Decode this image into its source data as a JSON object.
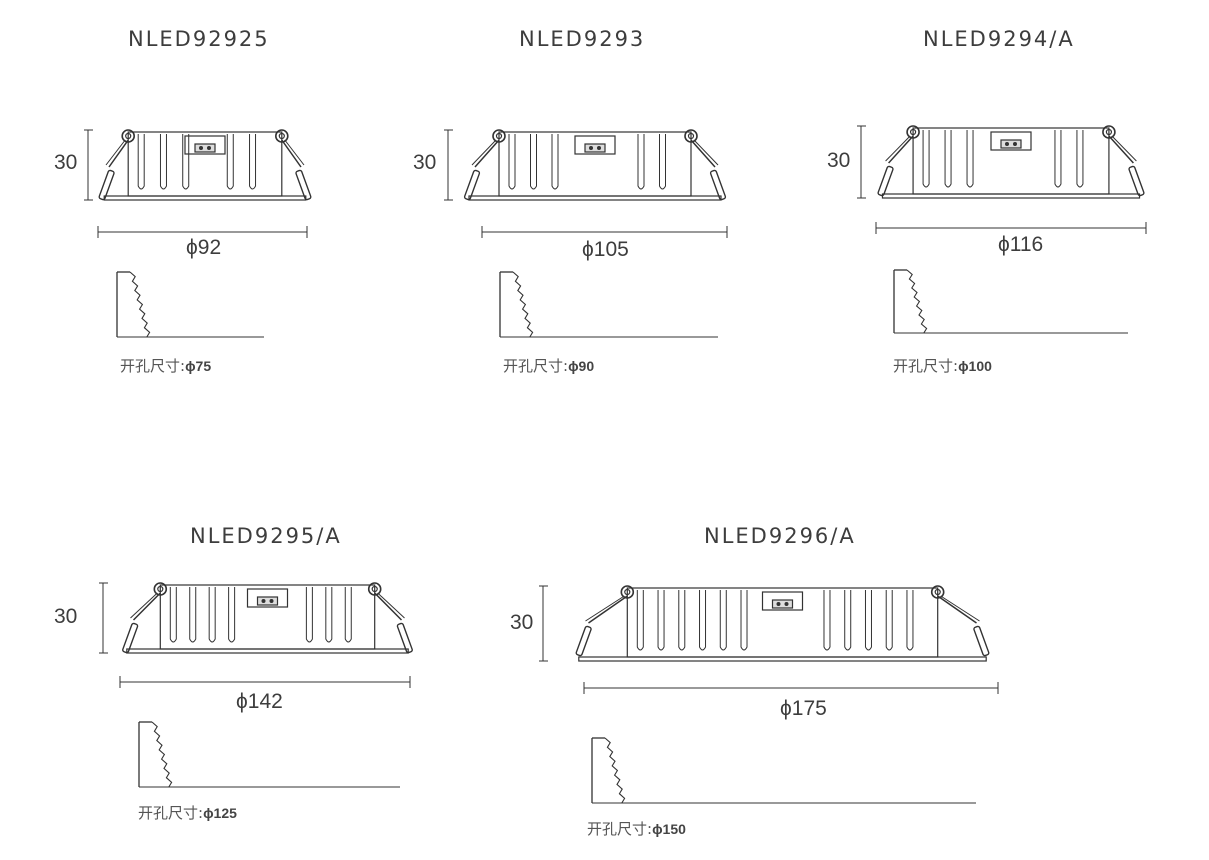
{
  "products": [
    {
      "model": "NLED92925",
      "height": "30",
      "diameter": "ϕ92",
      "cutout_label": "开孔尺寸:",
      "cutout_value": "ϕ75"
    },
    {
      "model": "NLED9293",
      "height": "30",
      "diameter": "ϕ105",
      "cutout_label": "开孔尺寸:",
      "cutout_value": "ϕ90"
    },
    {
      "model": "NLED9294/A",
      "height": "30",
      "diameter": "ϕ116",
      "cutout_label": "开孔尺寸:",
      "cutout_value": "ϕ100"
    },
    {
      "model": "NLED9295/A",
      "height": "30",
      "diameter": "ϕ142",
      "cutout_label": "开孔尺寸:",
      "cutout_value": "ϕ125"
    },
    {
      "model": "NLED9296/A",
      "height": "30",
      "diameter": "ϕ175",
      "cutout_label": "开孔尺寸:",
      "cutout_value": "ϕ150"
    }
  ]
}
